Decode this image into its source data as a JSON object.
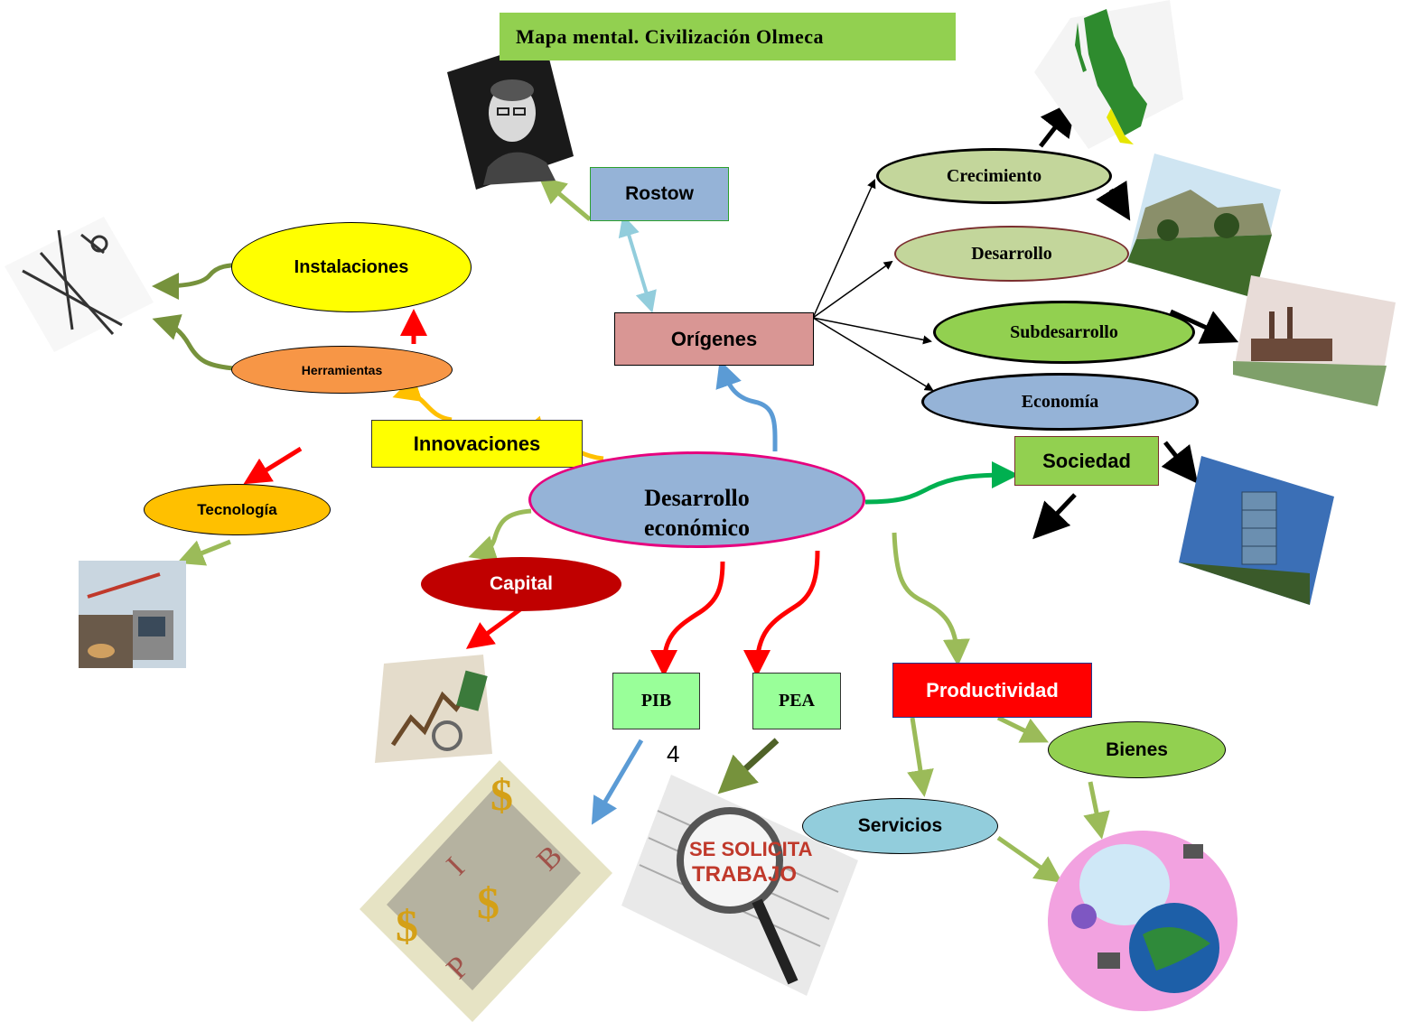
{
  "title": "Mapa  mental.  Civilización  Olmeca",
  "center": {
    "label": "Desarrollo económico"
  },
  "nodes": {
    "rostow": "Rostow",
    "origenes": "Orígenes",
    "crecimiento": "Crecimiento",
    "desarrollo": "Desarrollo",
    "subdesarrollo": "Subdesarrollo",
    "economia": "Economía",
    "sociedad": "Sociedad",
    "instalaciones": "Instalaciones",
    "herramientas": "Herramientas",
    "innovaciones": "Innovaciones",
    "tecnologia": "Tecnología",
    "capital": "Capital",
    "pib": "PIB",
    "pea": "PEA",
    "productividad": "Productividad",
    "bienes": "Bienes",
    "servicios": "Servicios"
  },
  "page_number": "4",
  "pictures": {
    "pib_letters": [
      "I",
      "B",
      "P"
    ],
    "job_sign": [
      "SE SOLICITA",
      "TRABAJO"
    ]
  },
  "colors": {
    "title_bg": "#92d050",
    "center_fill": "#95b3d7",
    "center_border": "#e6007e",
    "arrow_red": "#ff0000",
    "arrow_olive": "#9bbb59",
    "arrow_green": "#00b050",
    "arrow_blue": "#5b9bd5",
    "arrow_lightblue": "#92cddc",
    "arrow_yellow": "#ffc000"
  }
}
